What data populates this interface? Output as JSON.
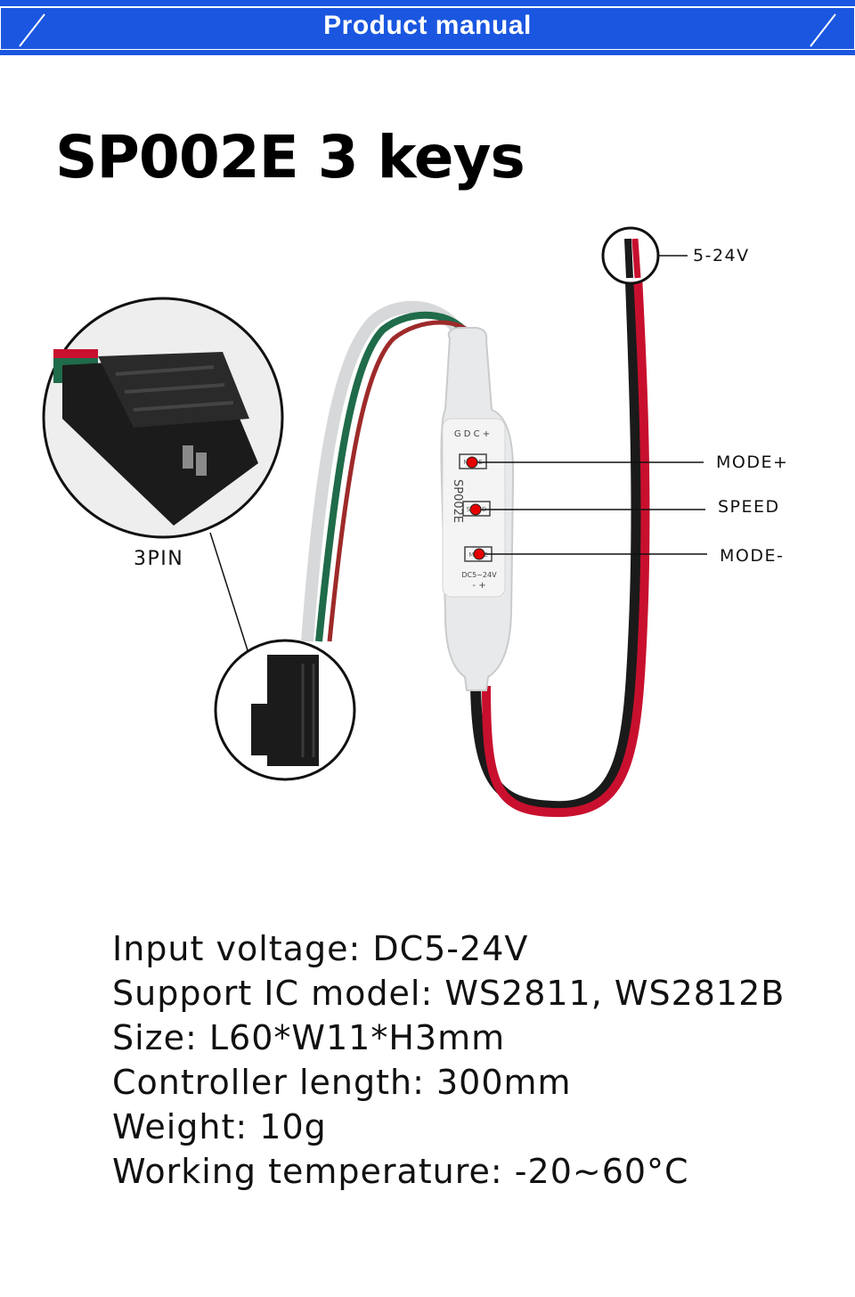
{
  "header": {
    "title": "Product manual",
    "color": "#1a56e0"
  },
  "product": {
    "title": "SP002E 3 keys"
  },
  "diagram": {
    "labels": {
      "power": "5-24V",
      "connector": "3PIN",
      "mode_plus": "MODE+",
      "speed": "SPEED",
      "mode_minus": "MODE-"
    },
    "device": {
      "top_marking": "G D C +",
      "model_marking": "SP002E",
      "bottom_marking": "DC5~24V",
      "polarity_marking": "-    +",
      "button_markings": [
        "MODE",
        "SPEED",
        "MODE"
      ]
    },
    "indicator_color": "#e60000"
  },
  "specs": [
    "Input voltage: DC5-24V",
    "Support IC model: WS2811, WS2812B",
    "Size: L60*W11*H3mm",
    "Controller length: 300mm",
    "Weight: 10g",
    "Working temperature: -20~60°C"
  ]
}
